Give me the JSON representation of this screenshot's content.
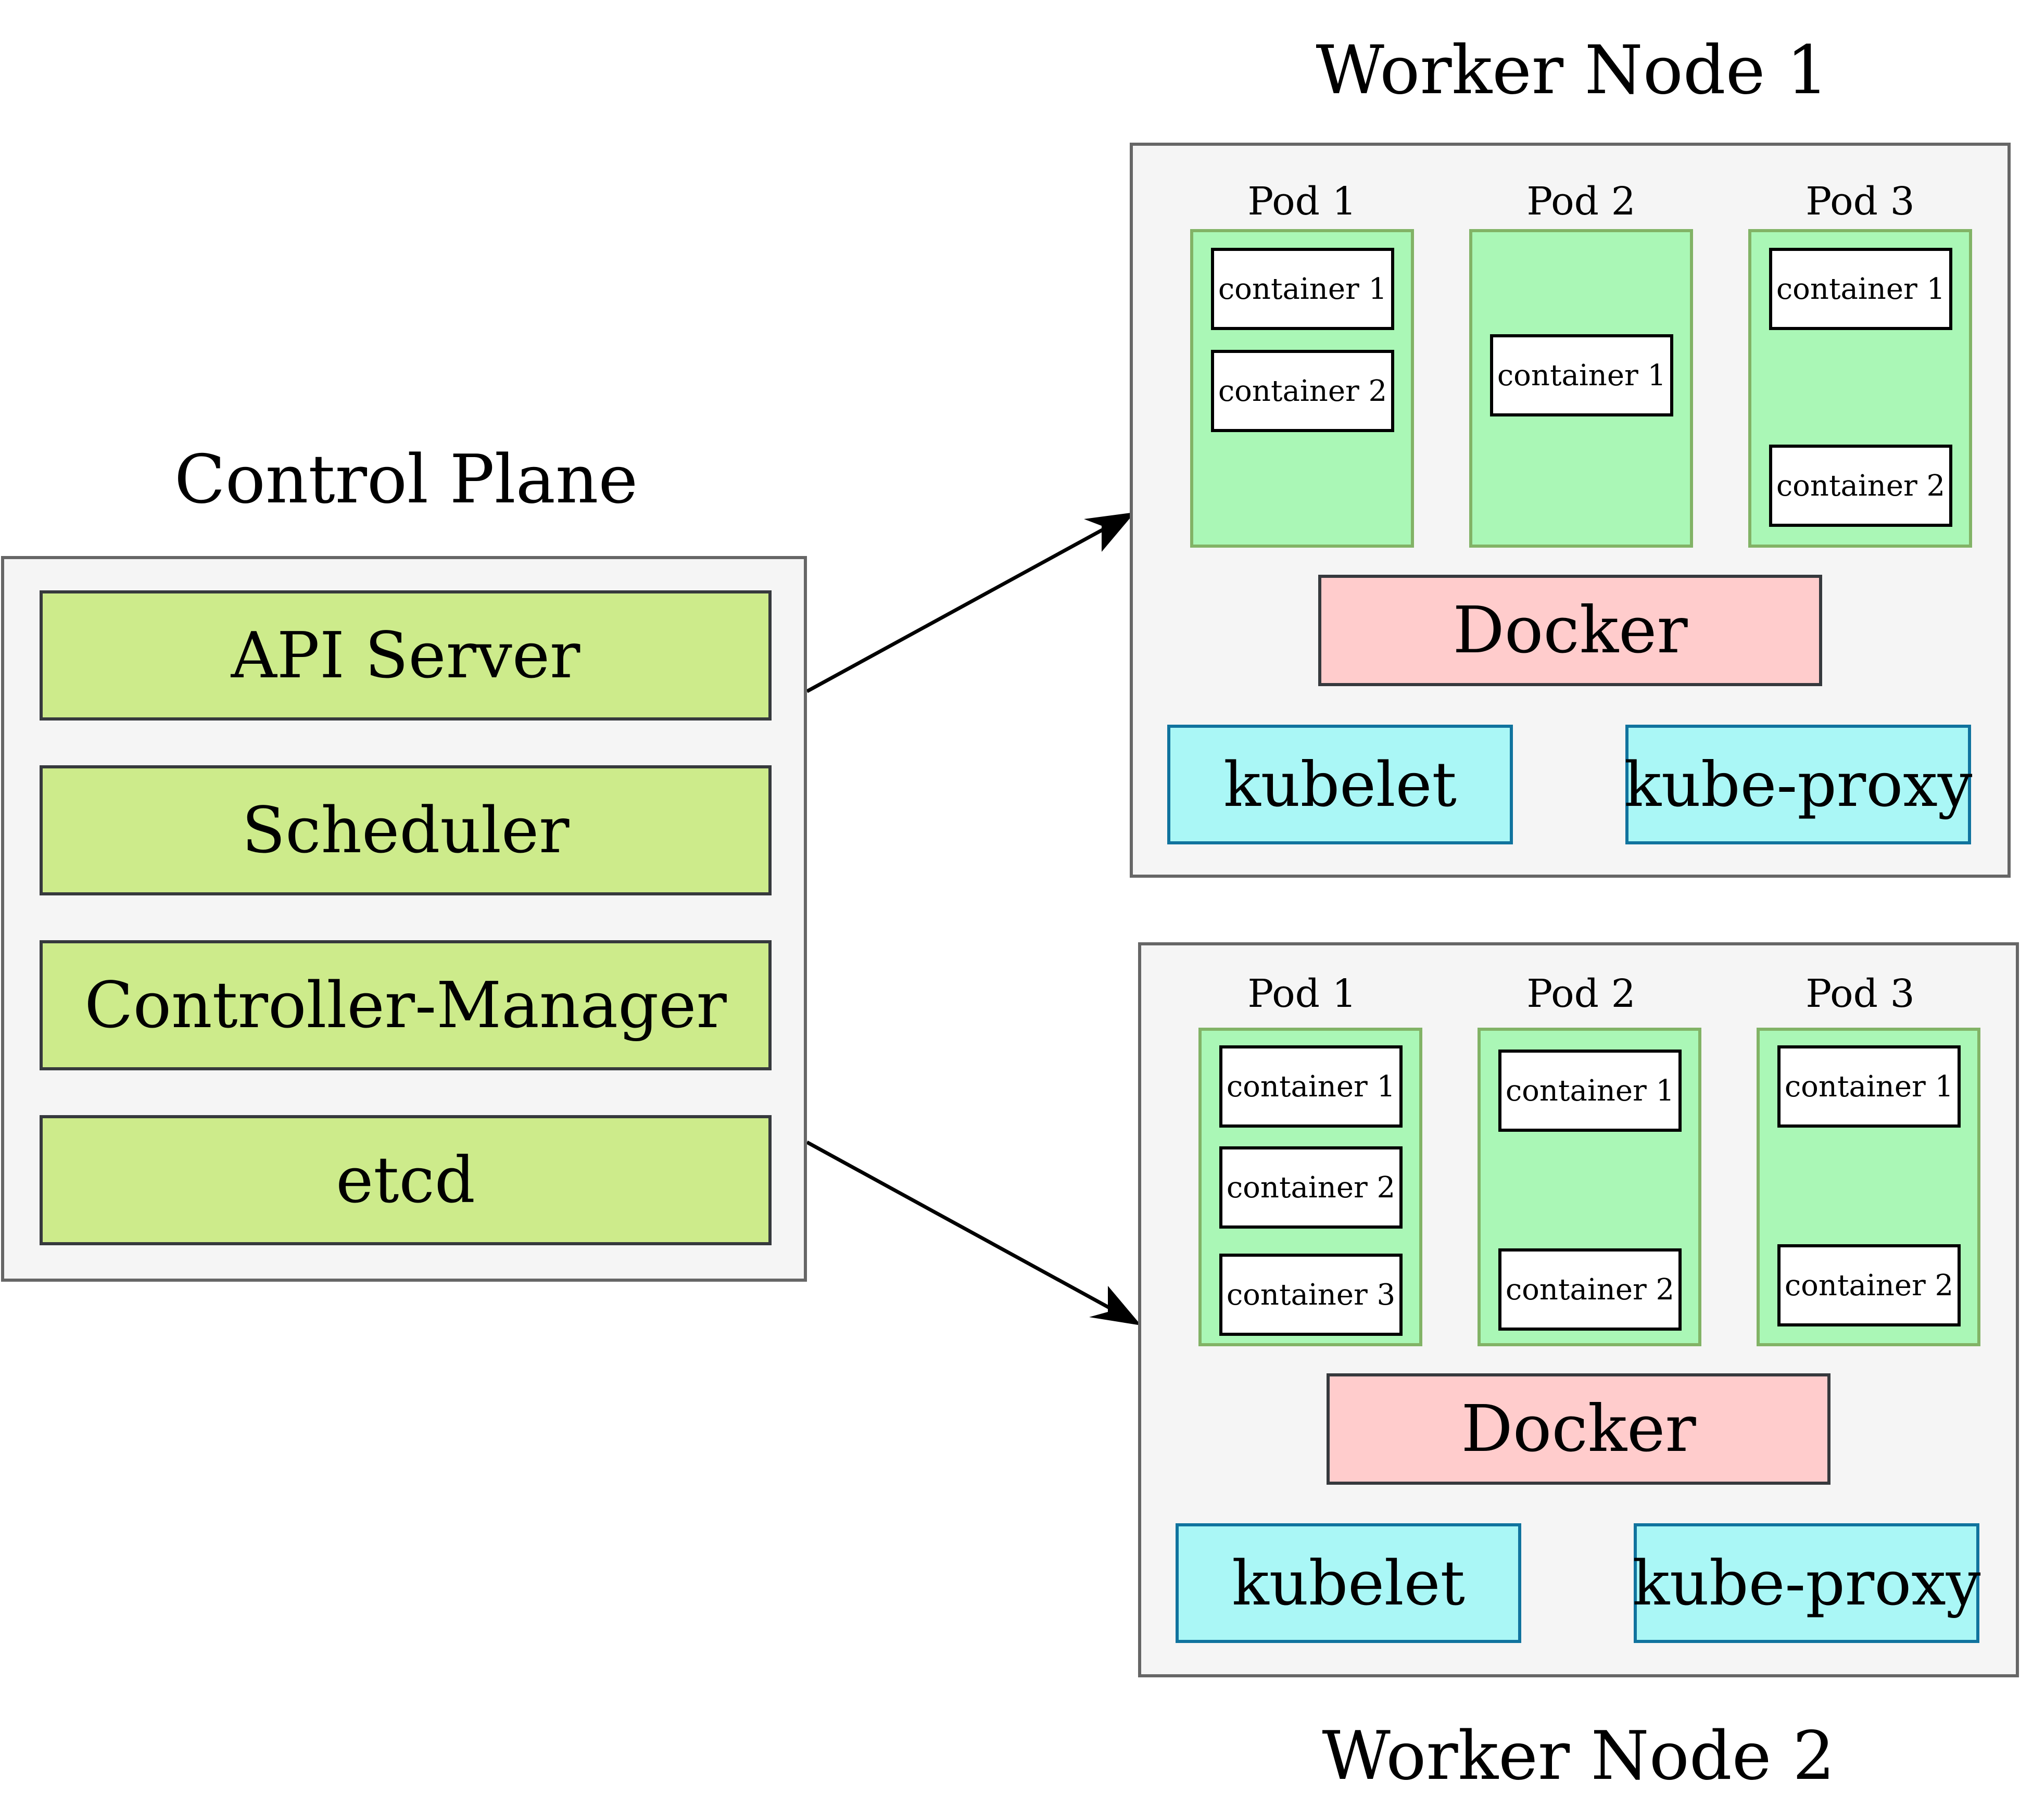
{
  "control_plane": {
    "title": "Control Plane",
    "components": [
      "API Server",
      "Scheduler",
      "Controller-Manager",
      "etcd"
    ]
  },
  "worker_nodes": [
    {
      "title": "Worker Node 1",
      "pods": [
        {
          "label": "Pod 1",
          "containers": [
            "container 1",
            "container 2"
          ]
        },
        {
          "label": "Pod 2",
          "containers": [
            "container 1"
          ]
        },
        {
          "label": "Pod 3",
          "containers": [
            "container 1",
            "container 2"
          ]
        }
      ],
      "runtime": "Docker",
      "kubelet": "kubelet",
      "kube_proxy": "kube-proxy"
    },
    {
      "title": "Worker Node 2",
      "pods": [
        {
          "label": "Pod 1",
          "containers": [
            "container 1",
            "container 2",
            "container 3"
          ]
        },
        {
          "label": "Pod 2",
          "containers": [
            "container 1",
            "container 2"
          ]
        },
        {
          "label": "Pod 3",
          "containers": [
            "container 1",
            "container 2"
          ]
        }
      ],
      "runtime": "Docker",
      "kubelet": "kubelet",
      "kube_proxy": "kube-proxy"
    }
  ]
}
